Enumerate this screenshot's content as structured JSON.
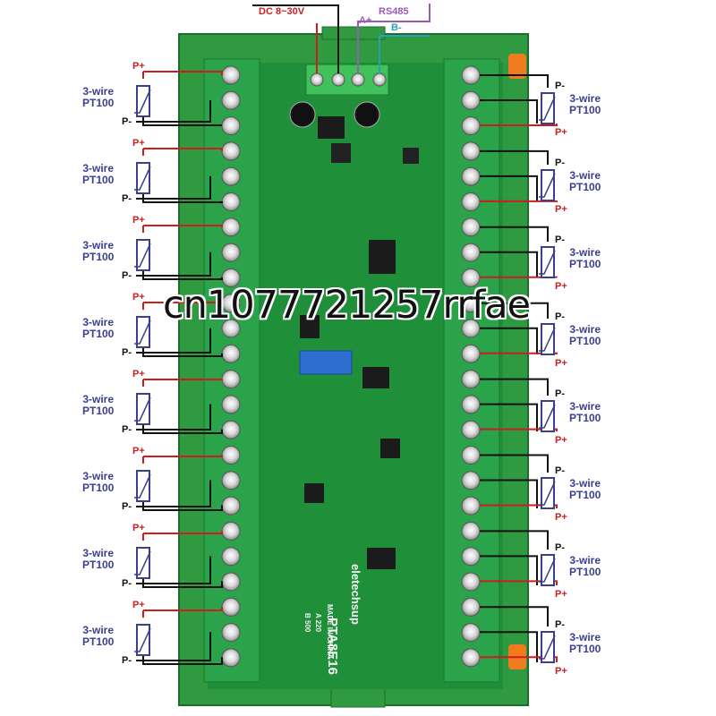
{
  "power": {
    "label": "DC 8~30V"
  },
  "rs485": {
    "label": "RS485",
    "a_label": "A+",
    "b_label": "B-"
  },
  "sensor": {
    "line1": "3-wire",
    "line2": "PT100",
    "p_plus": "P+",
    "p_minus": "P-"
  },
  "board": {
    "model": "PTA8E16",
    "brand": "eletechsup",
    "origin": "MADE IN CHINA",
    "opt_a": "A  220",
    "opt_b": "B  500"
  },
  "watermark": "cn1077721257rrfae",
  "colors": {
    "pcb": "#1f8f3a",
    "terminal": "#2aa34a",
    "wire_red": "#cc1e1e",
    "wire_black": "#111111",
    "label_blue": "#3a3f8f",
    "wire_purple": "#9b59b6",
    "wire_cyan": "#2a9fb8"
  }
}
